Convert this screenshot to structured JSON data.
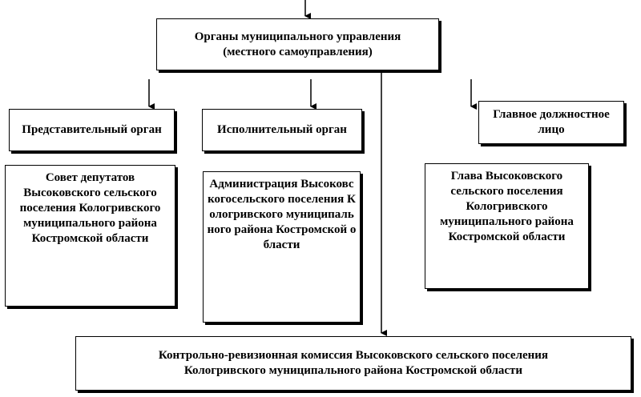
{
  "root": {
    "title_line1": "Органы муниципального управления",
    "title_line2": "(местного самоуправления)"
  },
  "branches": [
    {
      "header": "Представительный орган",
      "body": "Совет депутатов Высоковского сельского поселения Кологривского муниципального района Костромской области"
    },
    {
      "header": "Исполнительный орган",
      "body": "Администрация Высоковскогосельского поселения Кологривского муниципального района Костромской области"
    },
    {
      "header": "Главное должностное лицо",
      "body": "Глава Высоковского сельского поселения Кологривского муниципального района Костромской области"
    }
  ],
  "bottom": {
    "line1": "Контрольно-ревизионная комиссия Высоковского сельского поселения",
    "line2": "Кологривского муниципального района Костромской области"
  }
}
